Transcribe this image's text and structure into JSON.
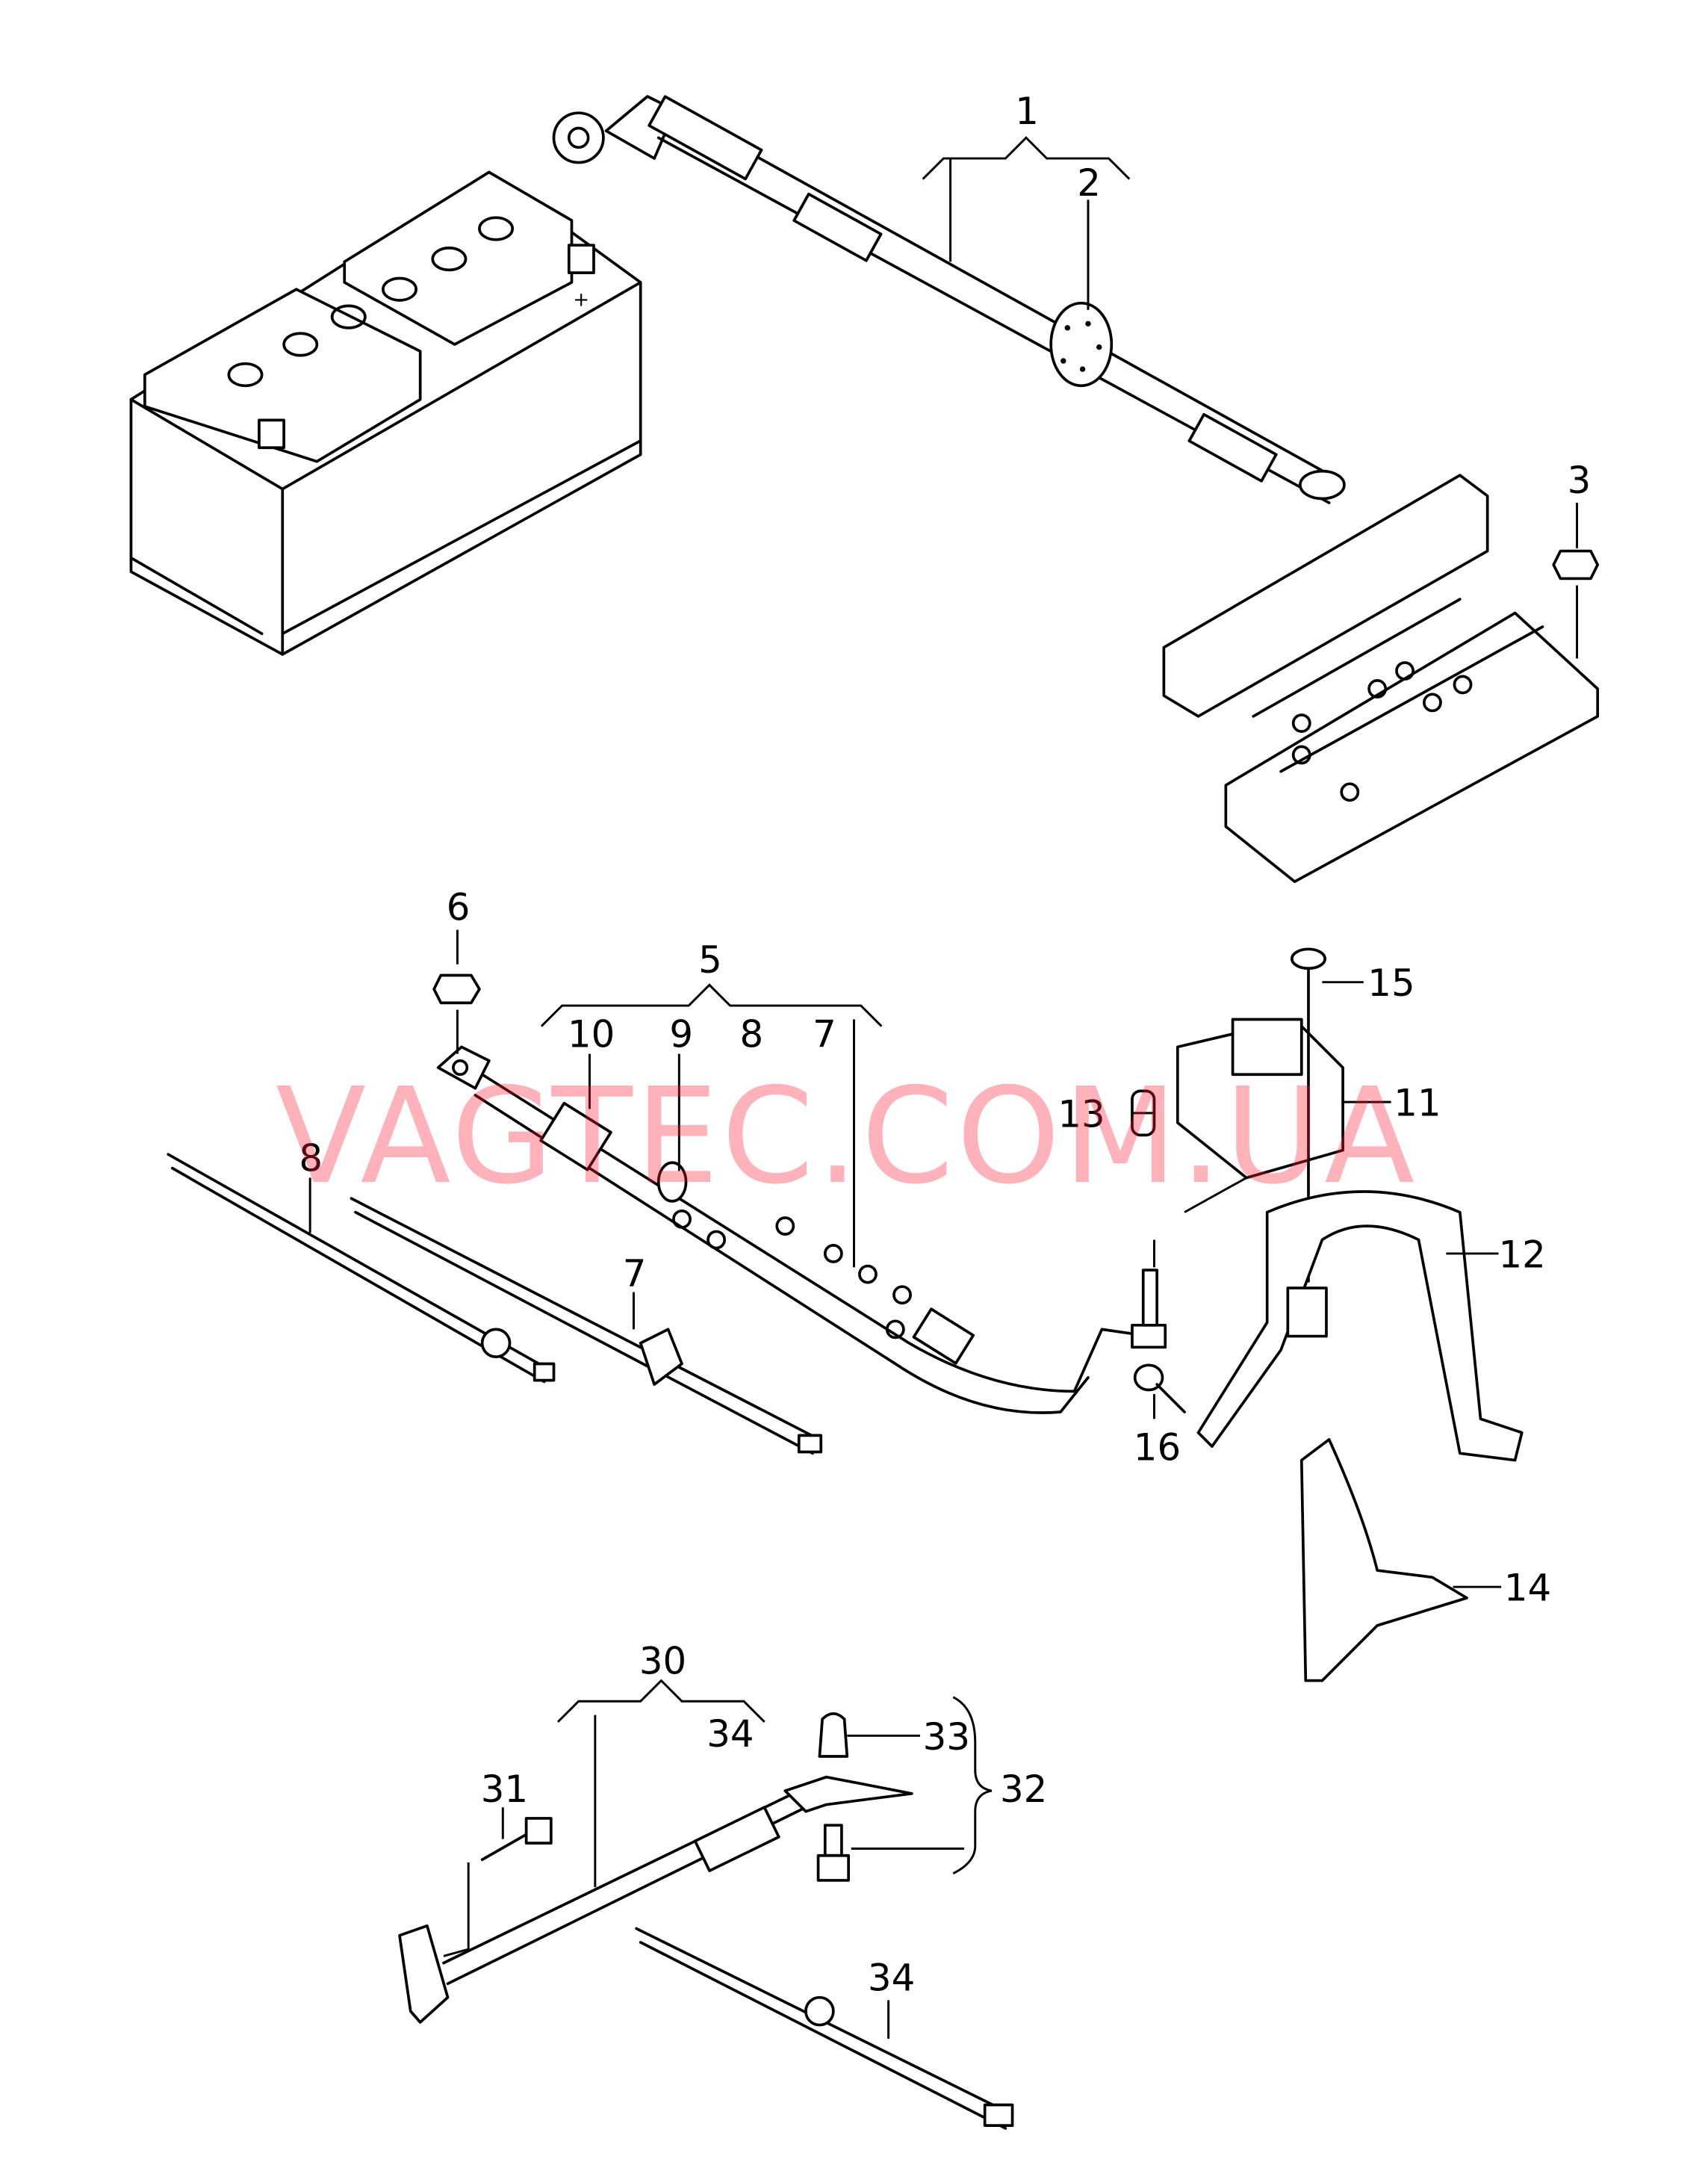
{
  "diagram": {
    "watermark": "VAGTEC.COM.UA",
    "callouts": {
      "c1": "1",
      "c2": "2",
      "c3": "3",
      "c5": "5",
      "c6": "6",
      "c7a": "7",
      "c7b": "7",
      "c8a": "8",
      "c8b": "8",
      "c9": "9",
      "c10": "10",
      "c11": "11",
      "c12": "12",
      "c13": "13",
      "c14": "14",
      "c15": "15",
      "c16": "16",
      "c30": "30",
      "c31": "31",
      "c32": "32",
      "c33": "33",
      "c34a": "34",
      "c34b": "34"
    },
    "battery_terminal_mark": "+"
  }
}
